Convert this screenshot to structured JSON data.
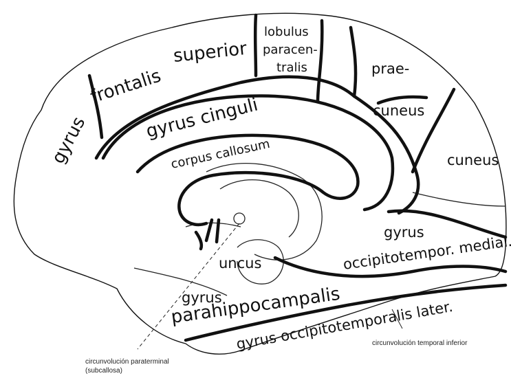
{
  "labels": {
    "gyrus_upper": "gyrus",
    "frontalis": "frontalis",
    "superior": "superior",
    "lobulus": "lobulus",
    "paracen": "paracen-",
    "tralis": "tralis",
    "prae": "prae-",
    "cuneus_small": "cuneus",
    "cuneus_big": "cuneus",
    "gyrus_cinguli": "gyrus  cinguli",
    "corpus_callosum": "corpus  callosum",
    "uncus": "uncus",
    "gyrus_parahippo": "gyrus",
    "parahippocampalis": "parahippocampalis",
    "gyrus_occ_medial": "gyrus",
    "occipitotempor_medial": "occipitotempor. medial.",
    "gyrus_occ_later": "gyrus occipitotemporalis later."
  },
  "annotations": {
    "inferior_temporal": "circunvolución temporal inferior",
    "paraterminal_1": "circunvolución paraterminal",
    "paraterminal_2": "(subcallosa)"
  },
  "colors": {
    "ink": "#111111",
    "background": "#ffffff"
  }
}
